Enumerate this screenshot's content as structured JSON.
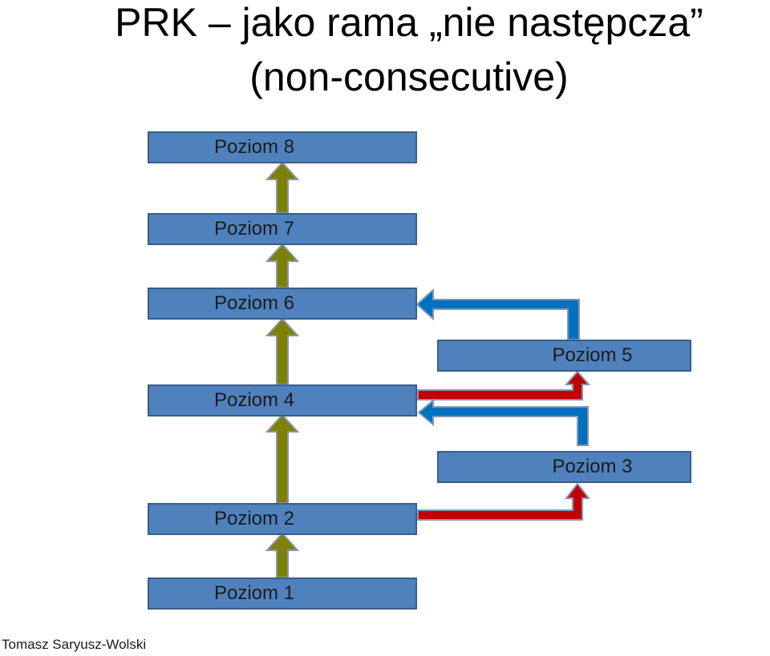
{
  "title": {
    "line1": "PRK – jako rama „nie następcza”",
    "line2": "(non-consecutive)"
  },
  "levels": {
    "poziom8": "Poziom 8",
    "poziom7": "Poziom 7",
    "poziom6": "Poziom 6",
    "poziom5": "Poziom 5",
    "poziom4": "Poziom 4",
    "poziom3": "Poziom 3",
    "poziom2": "Poziom 2",
    "poziom1": "Poziom 1"
  },
  "footer": {
    "author": "Tomasz Saryusz-Wolski"
  },
  "colors": {
    "box_fill": "#4f81bd",
    "box_border": "#385d8a",
    "olive_arrow": "#808000",
    "blue_arrow": "#0070c0",
    "red_arrow": "#c00000",
    "arrow_outline": "#8497b0"
  }
}
